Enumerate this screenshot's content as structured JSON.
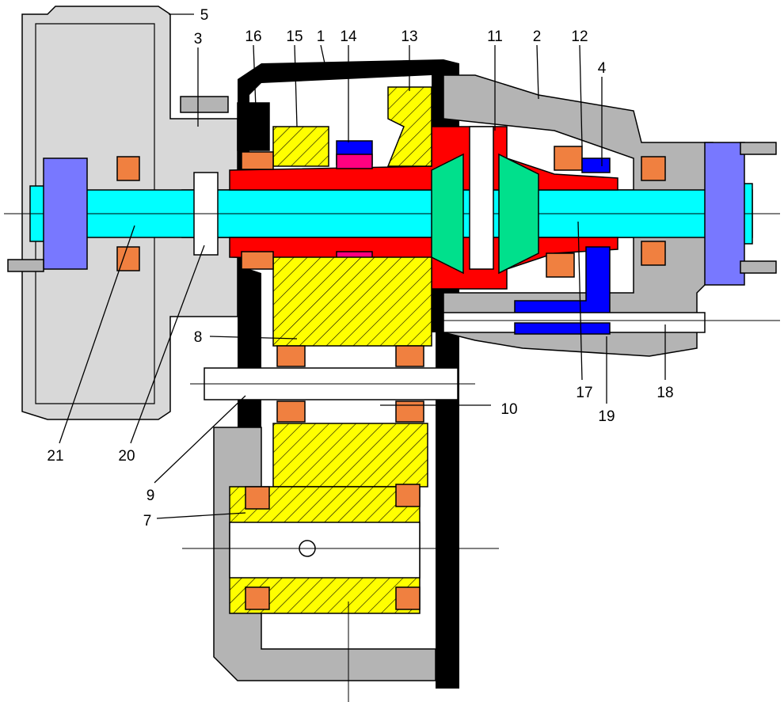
{
  "diagram": {
    "type": "transfer-case-cross-section",
    "colors": {
      "housing": "#b4b4b4",
      "casing": "#000000",
      "shaft": "#00ffff",
      "gear": "#ffff00",
      "differential": "#ff0000",
      "bearing": "#f08040",
      "blue_part": "#0000ff",
      "light_blue_part": "#7878ff",
      "diff_gear": "#00e08c",
      "pink_part": "#ff0080"
    },
    "labels": [
      "5",
      "3",
      "16",
      "15",
      "1",
      "14",
      "13",
      "11",
      "2",
      "12",
      "4",
      "8",
      "21",
      "20",
      "9",
      "7",
      "10",
      "17",
      "18",
      "19"
    ]
  }
}
